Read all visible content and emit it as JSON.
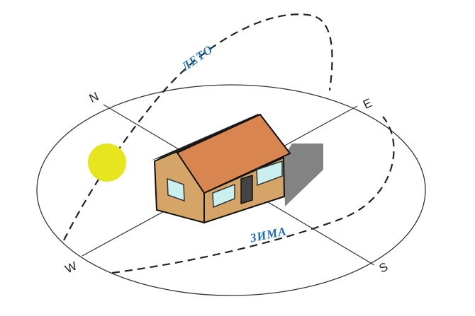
{
  "directions": {
    "north": "N",
    "east": "E",
    "south": "S",
    "west": "W"
  },
  "paths": {
    "summer_label": "ЛЕТО",
    "winter_label": "ЗИМА"
  },
  "colors": {
    "sun": "#e6e51e",
    "roof": "#d9854f",
    "wall": "#d4a566",
    "season_text": "#1a6fc0",
    "window": "#c9f0ee"
  }
}
